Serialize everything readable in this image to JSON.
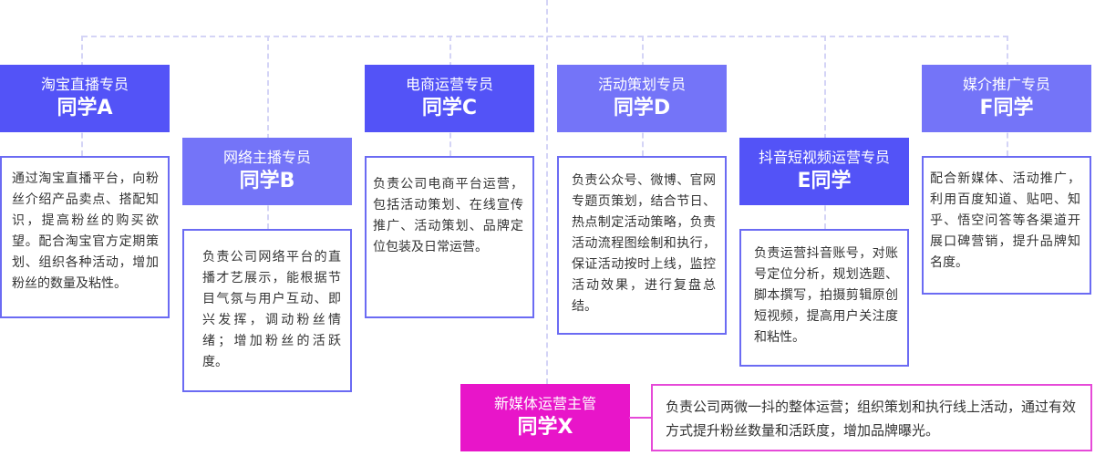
{
  "colors": {
    "dark": "#5353f7",
    "light": "#7474f8",
    "supervisor": "#e815c9"
  },
  "roles": [
    {
      "title": "淘宝直播专员",
      "name": "同学A",
      "desc": "通过淘宝直播平台，向粉丝介绍产品卖点、搭配知识，提高粉丝的购买欲望。配合淘宝官方定期策划、组织各种活动，增加粉丝的数量及粘性。"
    },
    {
      "title": "网络主播专员",
      "name": "同学B",
      "desc": "负责公司网络平台的直播才艺展示，能根据节目气氛与用户互动、即兴发挥，调动粉丝情绪；增加粉丝的活跃度。"
    },
    {
      "title": "电商运营专员",
      "name": "同学C",
      "desc": "负责公司电商平台运营，包括活动策划、在线宣传推广、活动策划、品牌定位包装及日常运营。"
    },
    {
      "title": "活动策划专员",
      "name": "同学D",
      "desc": "负责公众号、微博、官网专题页策划，结合节日、热点制定活动策略，负责活动流程图绘制和执行，保证活动按时上线，监控活动效果，进行复盘总结。"
    },
    {
      "title": "抖音短视频运营专员",
      "name": "E同学",
      "desc": "负责运营抖音账号，对账号定位分析，规划选题、脚本撰写，拍摄剪辑原创短视频，提高用户关注度和粘性。"
    },
    {
      "title": "媒介推广专员",
      "name": "F同学",
      "desc": "配合新媒体、活动推广，利用百度知道、贴吧、知乎、悟空问答等各渠道开展口碑营销，提升品牌知名度。"
    }
  ],
  "supervisor": {
    "title": "新媒体运营主管",
    "name": "同学X",
    "desc": "负责公司两微一抖的整体运营；组织策划和执行线上活动，通过有效方式提升粉丝数量和活跃度，增加品牌曝光。"
  }
}
